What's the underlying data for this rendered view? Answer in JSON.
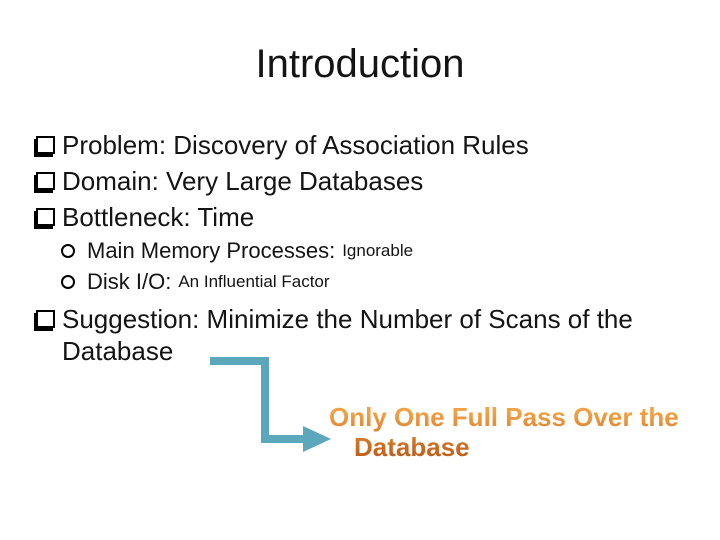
{
  "colors": {
    "background": "#FFFFFF",
    "text": "#141414",
    "arrow": "#5BA7BC",
    "wordart_top": "#F2A144",
    "wordart_bottom": "#C2611C"
  },
  "slide": {
    "title": "Introduction",
    "bullets": [
      {
        "text": "Problem: Discovery of Association Rules"
      },
      {
        "text": "Domain: Very Large Databases"
      },
      {
        "text": "Bottleneck: Time"
      }
    ],
    "sub_bullets": [
      {
        "main": "Main Memory Processes:",
        "note": "Ignorable"
      },
      {
        "main": "Disk I/O:",
        "note": "An Influential Factor"
      }
    ],
    "suggestion": {
      "text": "Suggestion: Minimize the Number of Scans of the Database"
    },
    "wordart": {
      "line1": "Only One Full Pass Over the",
      "line2": "Database"
    }
  }
}
